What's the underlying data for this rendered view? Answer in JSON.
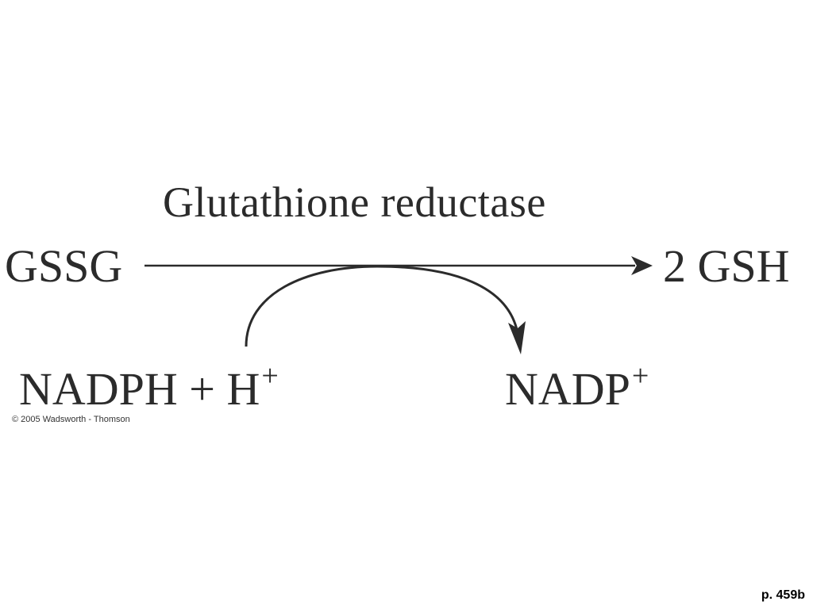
{
  "reaction": {
    "enzyme": "Glutathione reductase",
    "substrate": "GSSG",
    "product": "2 GSH",
    "cofactor_in_main": "NADPH + H",
    "cofactor_in_sup": "+",
    "cofactor_out_main": "NADP",
    "cofactor_out_sup": "+"
  },
  "copyright": "© 2005 Wadsworth - Thomson",
  "page_ref": "p. 459b",
  "colors": {
    "text": "#2b2b2b",
    "arrow": "#2b2b2b",
    "background": "#ffffff"
  }
}
